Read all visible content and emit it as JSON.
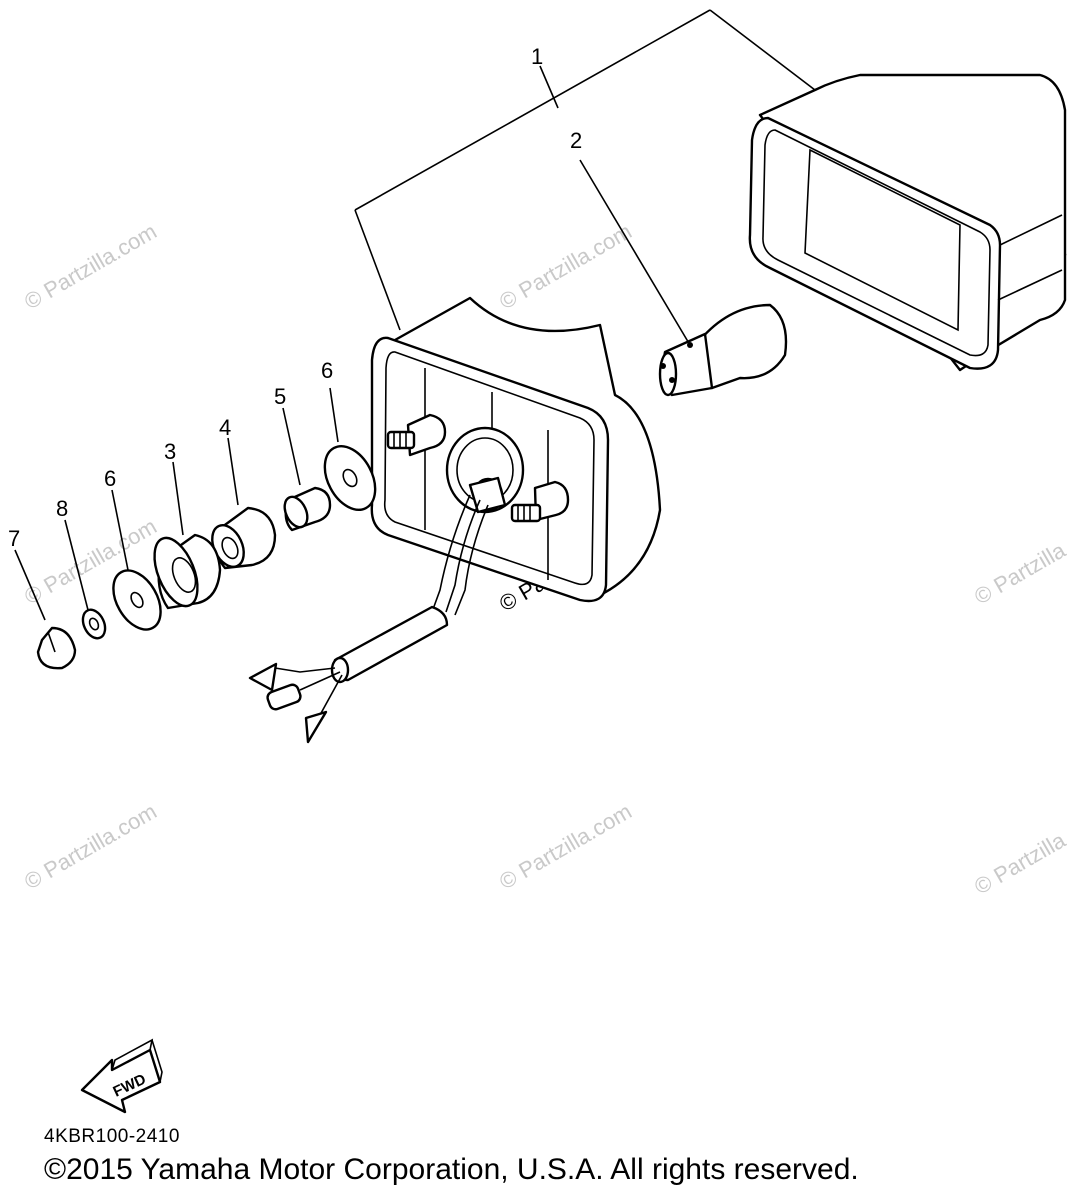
{
  "diagram": {
    "callouts": [
      "1",
      "2",
      "3",
      "4",
      "5",
      "6",
      "6",
      "7",
      "8"
    ],
    "watermark_text": "© Partzilla.com",
    "watermark_short": "© Partzilla",
    "fwd_label": "FWD"
  },
  "footer": {
    "reference_code": "4KBR100-2410",
    "copyright": "©2015  Yamaha Motor Corporation, U.S.A. All rights reserved."
  }
}
